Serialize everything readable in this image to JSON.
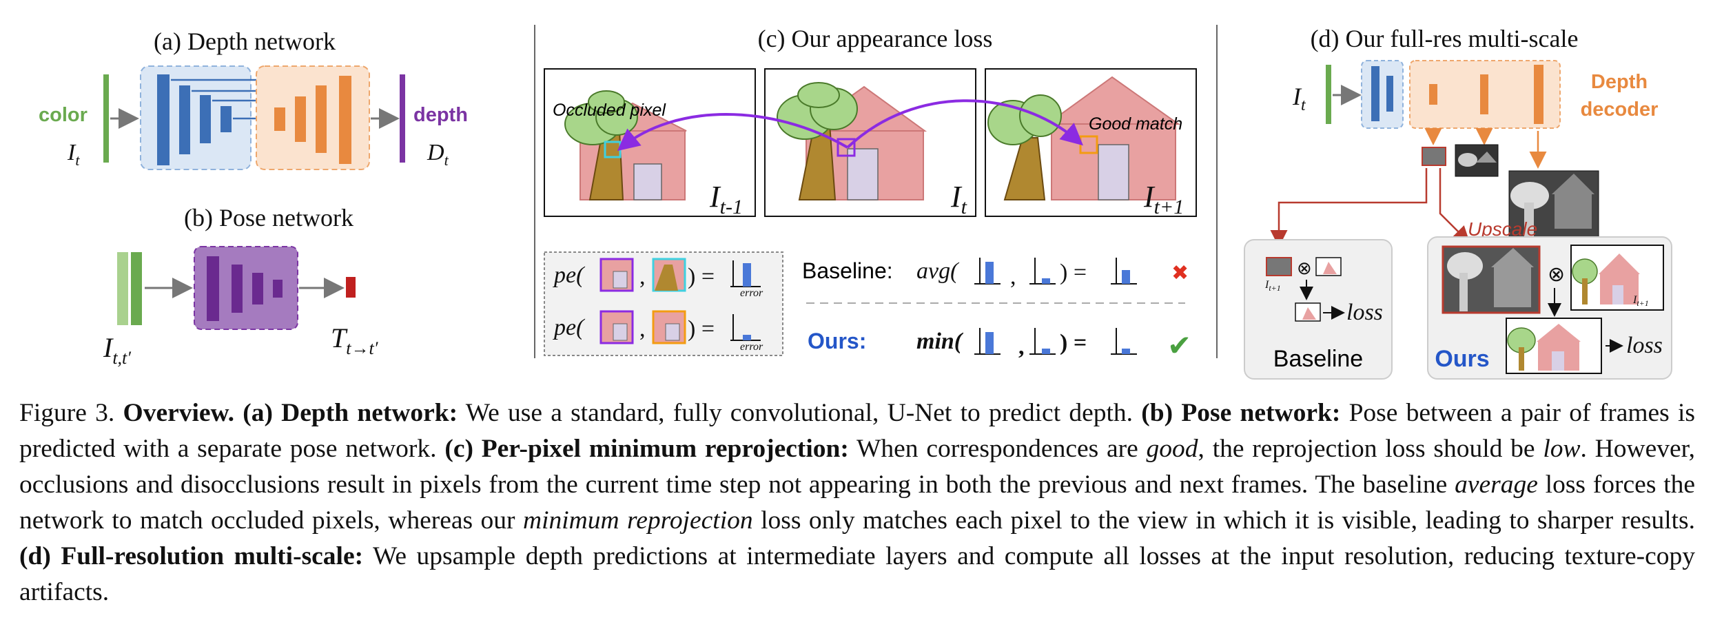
{
  "panels": {
    "a": {
      "title": "(a) Depth network",
      "input_label": "color",
      "input_symbol": "I",
      "input_sub": "t",
      "output_label": "depth",
      "output_symbol": "D",
      "output_sub": "t"
    },
    "b": {
      "title": "(b) Pose network",
      "input_symbol": "I",
      "input_sub": "t,t′",
      "output_symbol": "T",
      "output_sub": "t→t′"
    },
    "c": {
      "title": "(c) Our appearance loss",
      "occluded_label": "Occluded pixel",
      "good_match_label": "Good match",
      "frame_prev": "I",
      "frame_prev_sub": "t-1",
      "frame_cur": "I",
      "frame_cur_sub": "t",
      "frame_next": "I",
      "frame_next_sub": "t+1",
      "pe_text": "pe(",
      "comma": ",",
      "equals": ") =",
      "error_label": "error",
      "baseline_label": "Baseline:",
      "baseline_func": "avg(",
      "ours_label": "Ours:",
      "ours_func": "min(",
      "close_eq": ") =",
      "cross": "✖",
      "check": "✔"
    },
    "d": {
      "title": "(d) Our full-res multi-scale",
      "input_symbol": "I",
      "input_sub": "t",
      "decoder_label_1": "Depth",
      "decoder_label_2": "decoder",
      "upscale_label": "Upscale",
      "baseline_label": "Baseline",
      "ours_label": "Ours",
      "loss_label": "loss",
      "otimes": "⊗",
      "frame_symbol": "I",
      "frame_sub": "t+1"
    }
  },
  "caption": {
    "figure_label": "Figure 3.",
    "overview": "Overview.",
    "a_head": "(a) Depth network:",
    "a_text": "We use a standard, fully convolutional, U-Net to predict depth.",
    "b_head": "(b) Pose network:",
    "b_text": "Pose between a pair of frames is predicted with a separate pose network.",
    "c_head": "(c) Per-pixel minimum reprojection:",
    "c_text1": "When correspondences are",
    "c_good": "good",
    "c_text2": ", the reprojection loss should be",
    "c_low": "low",
    "c_text3": ". However, occlusions and disocclusions result in pixels from the current time step not appearing in both the previous and next frames. The baseline",
    "c_average": "average",
    "c_text4": "loss forces the network to match occluded pixels, whereas our",
    "c_minrep": "minimum reprojection",
    "c_text5": "loss only matches each pixel to the view in which it is visible, leading to sharper results.",
    "d_head": "(d) Full-resolution multi-scale:",
    "d_text": "We upsample depth predictions at intermediate layers and compute all losses at the input resolution, reducing texture-copy artifacts."
  },
  "colors": {
    "green": "#6aaa4f",
    "blue": "#3c6fb6",
    "orange": "#e8893f",
    "purple": "#7b34a3",
    "red": "#c0392b",
    "blue_text": "#2456c8",
    "violet_arrow": "#8b2be2"
  }
}
